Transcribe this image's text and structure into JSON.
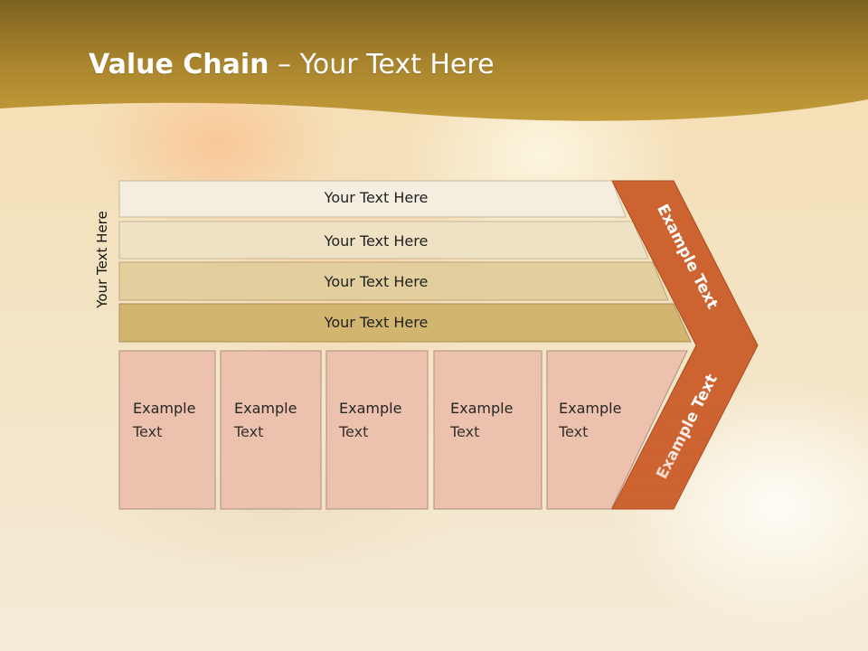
{
  "slide": {
    "title_bold": "Value Chain",
    "title_rest": " – Your Text Here",
    "side_label": "Your Text Here"
  },
  "bars": [
    {
      "label": "Your Text Here",
      "color": "#f5eee0"
    },
    {
      "label": "Your Text Here",
      "color": "#efe2c4"
    },
    {
      "label": "Your Text Here",
      "color": "#e3cf9e"
    },
    {
      "label": "Your Text Here",
      "color": "#d2b670"
    }
  ],
  "boxes": [
    {
      "line1": "Example",
      "line2": "Text"
    },
    {
      "line1": "Example",
      "line2": "Text"
    },
    {
      "line1": "Example",
      "line2": "Text"
    },
    {
      "line1": "Example",
      "line2": "Text"
    },
    {
      "line1": "Example",
      "line2": "Text"
    }
  ],
  "arrow": {
    "upper_label": "Example Text",
    "lower_label": "Example Text",
    "color": "#cd6330"
  },
  "colors": {
    "header_gold": "#b8922f",
    "box_fill": "#ecc2ae",
    "box_border": "#ad8d7f"
  }
}
